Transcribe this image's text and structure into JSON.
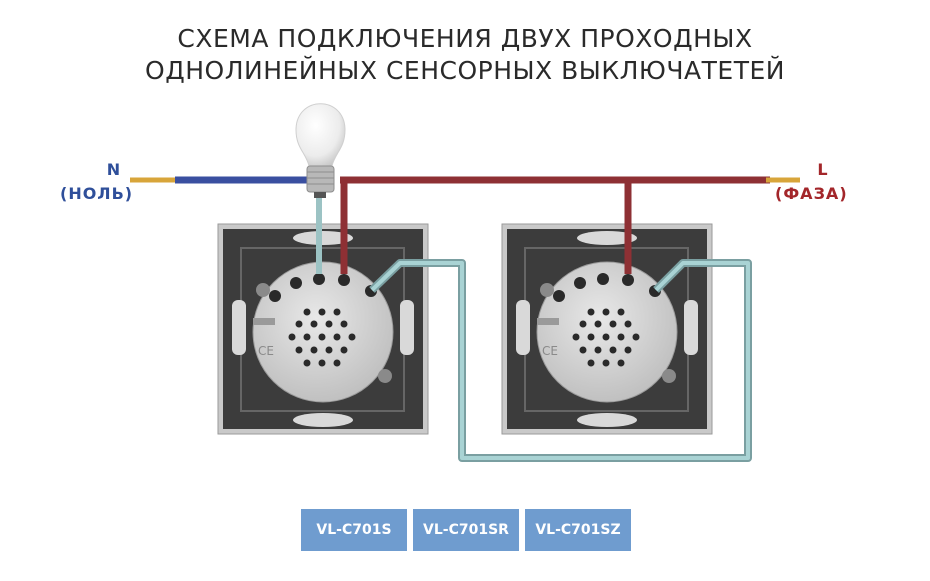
{
  "title": {
    "line1": "СХЕМА ПОДКЛЮЧЕНИЯ ДВУХ ПРОХОДНЫХ",
    "line2": "ОДНОЛИНЕЙНЫХ СЕНСОРНЫХ ВЫКЛЮЧАТЕТЕЙ"
  },
  "neutral": {
    "letter": "N",
    "name": "(НОЛЬ)",
    "color": "#3a4fa0"
  },
  "phase": {
    "letter": "L",
    "name": "(ФАЗА)",
    "color": "#8e3034"
  },
  "travel_wire_color": "#9cc3c4",
  "switch_marks": [
    "CE"
  ],
  "models": [
    "VL-C701S",
    "VL-C701SR",
    "VL-C701SZ"
  ]
}
